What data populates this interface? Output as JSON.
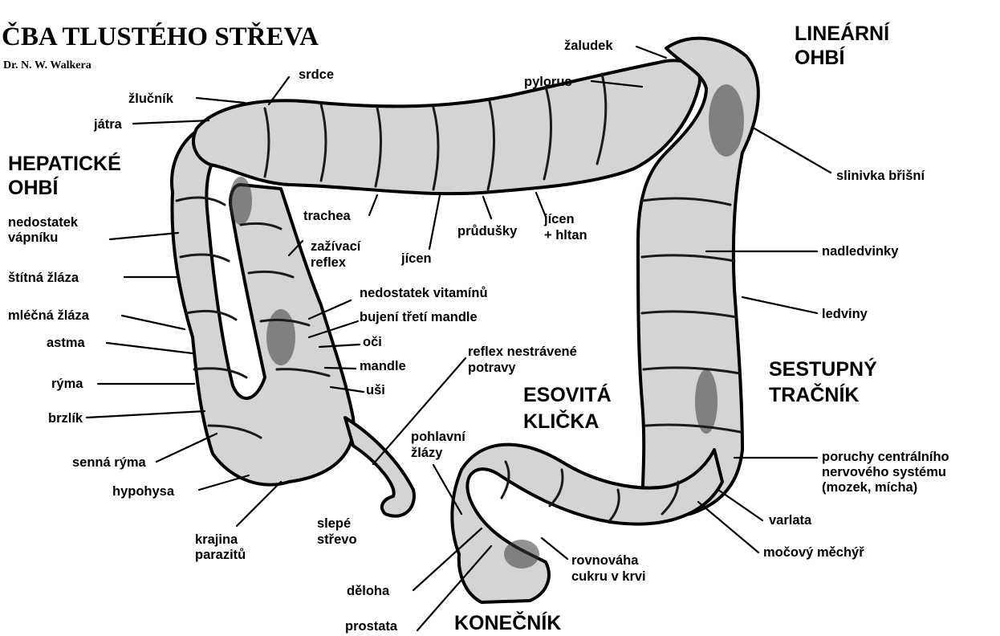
{
  "title": "ČBA TLUSTÉHO STŘEVA",
  "subtitle": "Dr. N. W. Walkera",
  "regions": {
    "hepatic_flexure": [
      "HEPATICKÉ",
      "OHBÍ"
    ],
    "splenic_flexure": [
      "LINEÁRNÍ",
      "OHBÍ"
    ],
    "descending_colon": [
      "SESTUPNÝ",
      "TRAČNÍK"
    ],
    "sigmoid": [
      "ESOVITÁ",
      "KLIČKA"
    ],
    "rectum": [
      "KONEČNÍK"
    ]
  },
  "labels": {
    "srdce": [
      "srdce"
    ],
    "zlucnik": [
      "žlučník"
    ],
    "jatra": [
      "játra"
    ],
    "zaludek": [
      "žaludek"
    ],
    "pylorus": [
      "pylorus"
    ],
    "slinivka": [
      "slinivka břišní"
    ],
    "nedostatek_vapniku": [
      "nedostatek",
      "vápníku"
    ],
    "stitna_zlaza": [
      "štítná žláza"
    ],
    "mlecna_zlaza": [
      "mléčná žláza"
    ],
    "astma": [
      "astma"
    ],
    "ryma": [
      "rýma"
    ],
    "brzlik": [
      "brzlík"
    ],
    "senna_ryma": [
      "senná rýma"
    ],
    "hypohysa": [
      "hypohysa"
    ],
    "krajina_parazitu": [
      "krajina",
      "parazitů"
    ],
    "trachea": [
      "trachea"
    ],
    "jicen1": [
      "jícen"
    ],
    "prudusky": [
      "průdušky"
    ],
    "jicen_hltan": [
      "jícen",
      "+ hltan"
    ],
    "zazivaci_reflex": [
      "zažívací",
      "reflex"
    ],
    "nedostatek_vitaminu": [
      "nedostatek vitamínů"
    ],
    "bujeni_mandle": [
      "bujení třetí mandle"
    ],
    "oci": [
      "oči"
    ],
    "mandle": [
      "mandle"
    ],
    "usi": [
      "uši"
    ],
    "reflex_nestravene": [
      "reflex nestrávené",
      "potravy"
    ],
    "slepe_strevo": [
      "slepé",
      "střevo"
    ],
    "pohlavni_zlazy": [
      "pohlavní",
      "žlázy"
    ],
    "deloha": [
      "děloha"
    ],
    "prostata": [
      "prostata"
    ],
    "rovnovaha_cukru": [
      "rovnováha",
      "cukru v krvi"
    ],
    "nadledvinky": [
      "nadledvinky"
    ],
    "ledviny": [
      "ledviny"
    ],
    "poruchy_cns": [
      "poruchy centrálního",
      "nervového systému",
      "(mozek, mícha)"
    ],
    "varlata": [
      "varlata"
    ],
    "mocovy_mechyr": [
      "močový měchýř"
    ]
  }
}
